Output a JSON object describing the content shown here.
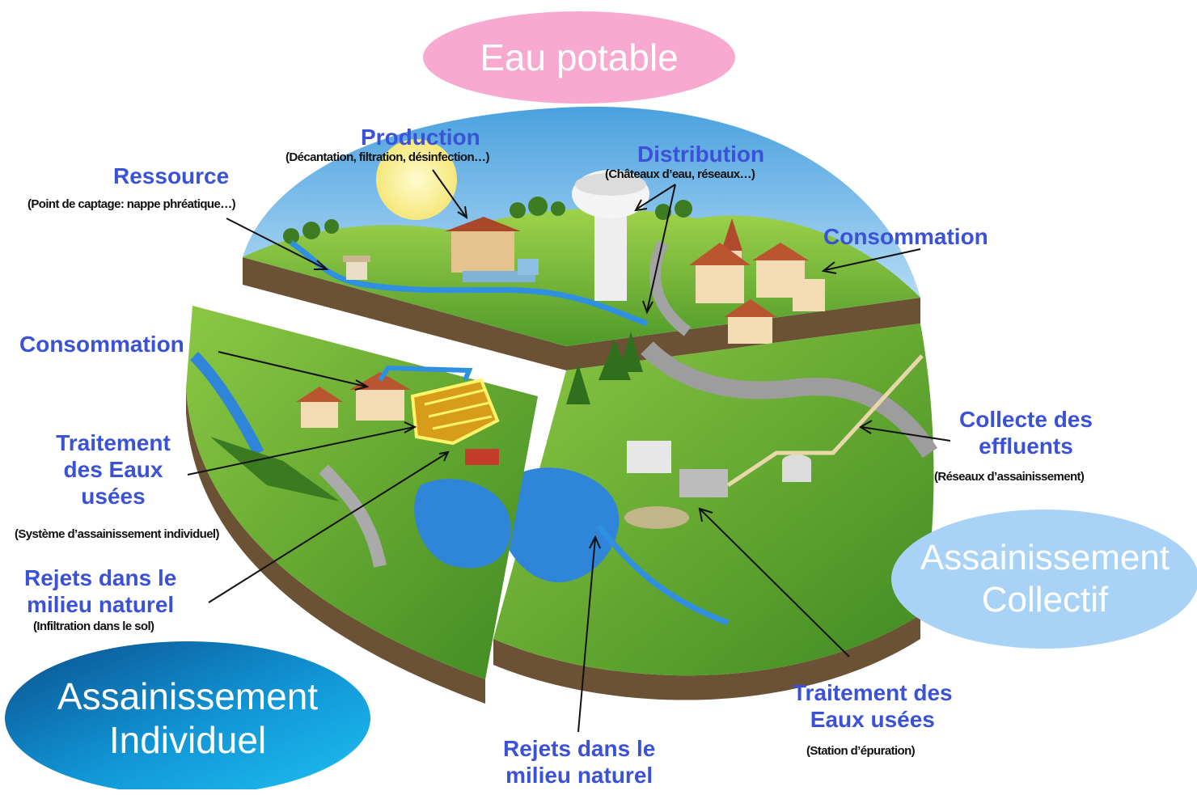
{
  "sections": {
    "eau_potable": "Eau potable",
    "assainissement_collectif": [
      "Assainissement",
      "Collectif"
    ],
    "assainissement_individuel": [
      "Assainissement",
      "Individuel"
    ]
  },
  "labels": {
    "production": {
      "title": "Production",
      "sub": "(Décantation, filtration, désinfection…)"
    },
    "distribution": {
      "title": "Distribution",
      "sub": "(Châteaux d’eau, réseaux…)"
    },
    "ressource": {
      "title": "Ressource",
      "sub": "(Point de captage: nappe phréatique…)"
    },
    "consommation_collectif": {
      "title": "Consommation"
    },
    "consommation_individuel": {
      "title": "Consommation"
    },
    "traitement_individuel": {
      "title": [
        "Traitement",
        "des Eaux",
        "usées"
      ],
      "sub": "(Système d’assainissement individuel)"
    },
    "rejets_individuel": {
      "title": [
        "Rejets dans le",
        "milieu naturel"
      ],
      "sub": "(Infiltration dans le sol)"
    },
    "collecte": {
      "title": [
        "Collecte des",
        "effluents"
      ],
      "sub": "(Réseaux d’assainissement)"
    },
    "traitement_collectif": {
      "title": [
        "Traitement des",
        "Eaux usées"
      ],
      "sub": "(Station d’épuration)"
    },
    "rejets_collectif": {
      "title": [
        "Rejets dans le",
        "milieu naturel"
      ]
    }
  },
  "colors": {
    "label_blue": "#3b52d6",
    "eau_potable_bg": "#f7a9cf",
    "collectif_bg": "#a9d3f6",
    "individuel_bg": "#0f7fc0",
    "grass": "#79bb38",
    "sky": "#86c4ec",
    "water": "#2f8fe0",
    "soil": "#6b5234"
  }
}
